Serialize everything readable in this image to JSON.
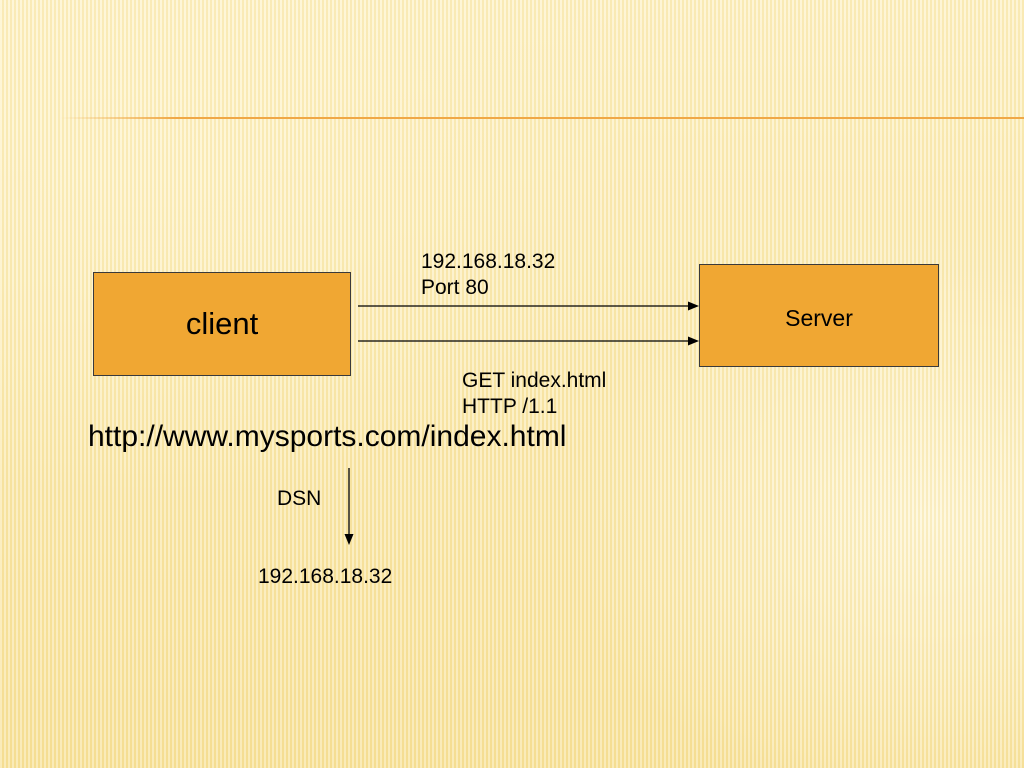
{
  "diagram": {
    "client_label": "client",
    "server_label": "Server",
    "connection": {
      "line1": "192.168.18.32",
      "line2": "Port 80"
    },
    "request": {
      "line1": "GET index.html",
      "line2": "HTTP /1.1"
    },
    "url": "http://www.mysports.com/index.html",
    "lookup_label": "DSN",
    "resolved_ip": "192.168.18.32"
  },
  "colors": {
    "box_fill": "#f0a733",
    "accent_rule": "#f0a846"
  }
}
